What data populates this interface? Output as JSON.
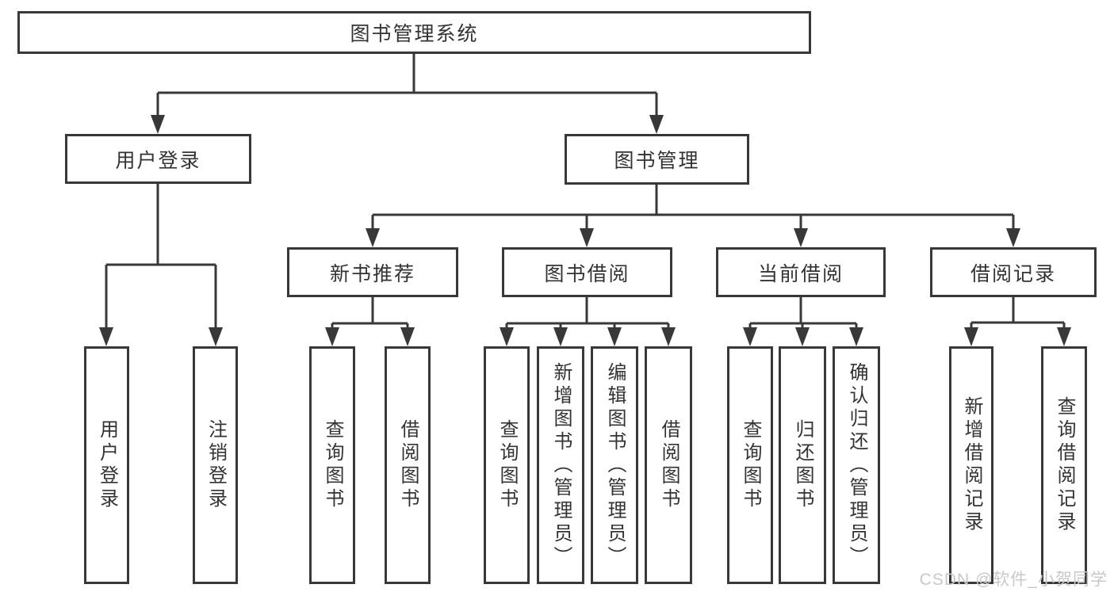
{
  "diagram": {
    "tree": {
      "label": "图书管理系统",
      "children": [
        {
          "label": "用户登录",
          "children": [
            {
              "label": "用户登录"
            },
            {
              "label": "注销登录"
            }
          ]
        },
        {
          "label": "图书管理",
          "children": [
            {
              "label": "新书推荐",
              "children": [
                {
                  "label": "查询图书"
                },
                {
                  "label": "借阅图书"
                }
              ]
            },
            {
              "label": "图书借阅",
              "children": [
                {
                  "label": "查询图书"
                },
                {
                  "label": "新增图书（管理员）"
                },
                {
                  "label": "编辑图书（管理员）"
                },
                {
                  "label": "借阅图书"
                }
              ]
            },
            {
              "label": "当前借阅",
              "children": [
                {
                  "label": "查询图书"
                },
                {
                  "label": "归还图书"
                },
                {
                  "label": "确认归还（管理员）"
                }
              ]
            },
            {
              "label": "借阅记录",
              "children": [
                {
                  "label": "新增借阅记录"
                },
                {
                  "label": "查询借阅记录"
                }
              ]
            }
          ]
        }
      ]
    },
    "watermark": "CSDN @软件_小贺同学",
    "colors": {
      "line": "#383838",
      "text": "#333333",
      "box_background": "#ffffff",
      "page_background": "#ffffff",
      "watermark": "#c8c8c8"
    }
  }
}
